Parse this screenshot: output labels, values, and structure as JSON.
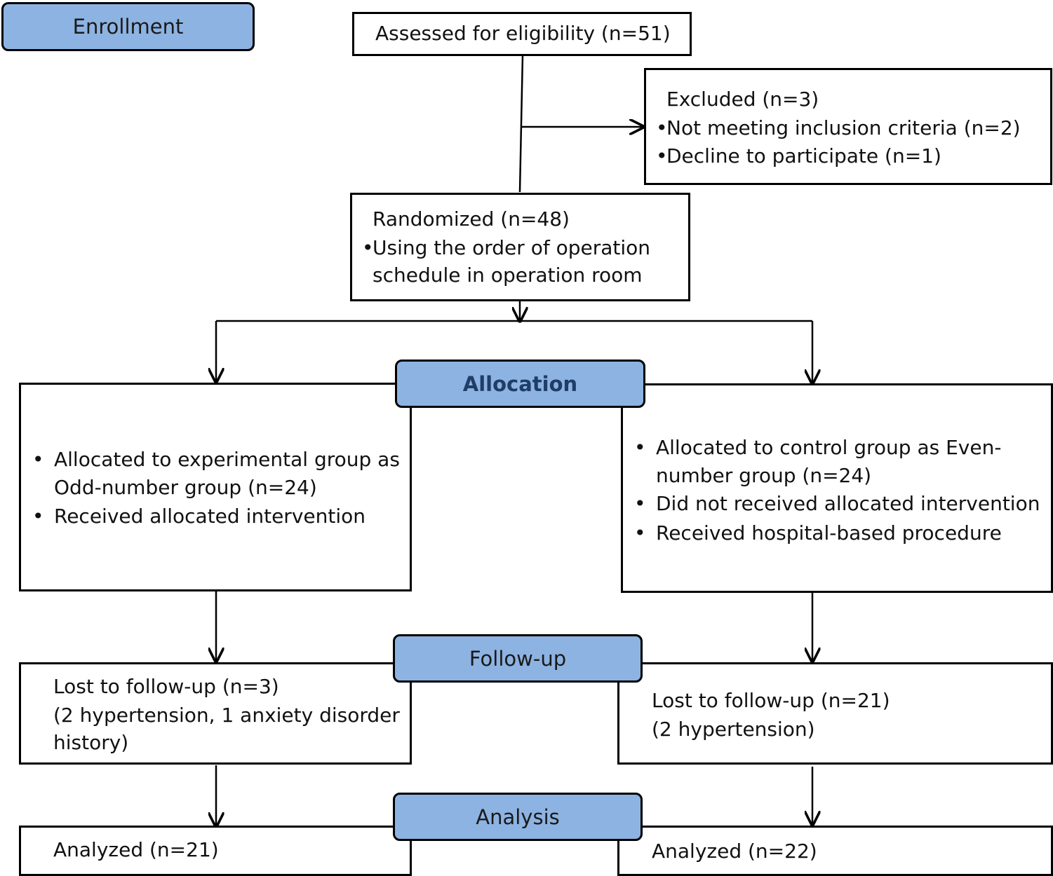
{
  "stages": {
    "enrollment": "Enrollment",
    "allocation": "Allocation",
    "follow_up": "Follow-up",
    "analysis": "Analysis"
  },
  "assessed": "Assessed for eligibility (n=51)",
  "excluded": {
    "title": "Excluded (n=3)",
    "reasons": [
      "Not meeting inclusion criteria (n=2)",
      "Decline to participate (n=1)"
    ]
  },
  "randomized": {
    "title": "Randomized (n=48)",
    "method_lines": [
      "Using the order of operation",
      "schedule in operation room"
    ]
  },
  "experimental": {
    "alloc_lines": [
      "Allocated to experimental group as",
      "Odd-number group (n=24)"
    ],
    "received": "Received allocated intervention",
    "lost_lines": [
      "Lost to follow-up (n=3)",
      "(2 hypertension, 1 anxiety disorder",
      "history)"
    ],
    "analyzed": "Analyzed (n=21)"
  },
  "control": {
    "alloc_lines": [
      "Allocated to control group as Even-",
      "number group (n=24)"
    ],
    "not_received": "Did not received allocated intervention",
    "procedure": "Received hospital-based procedure",
    "lost_lines": [
      "Lost to follow-up (n=21)",
      "(2 hypertension)"
    ],
    "analyzed": "Analyzed (n=22)"
  },
  "bullet": "•"
}
